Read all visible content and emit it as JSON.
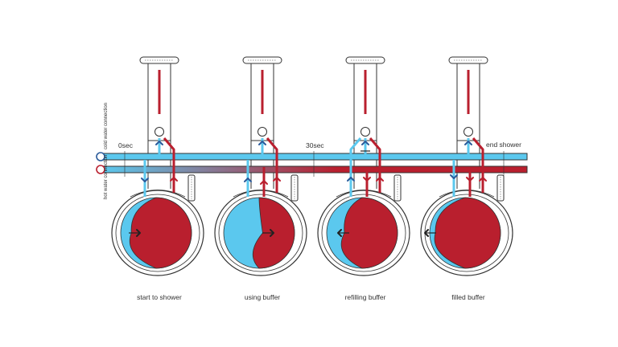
{
  "colors": {
    "cold": "#5bc8ee",
    "hot": "#b91f2e",
    "outline": "#333333",
    "background": "#ffffff"
  },
  "connections": {
    "cold": "cold water connection",
    "hot": "hot water connection"
  },
  "timeline": {
    "start": "0sec",
    "middle": "30sec",
    "end": "end shower"
  },
  "stages": [
    {
      "label": "start to shower",
      "cold_fraction": 0.15,
      "arrow": "right"
    },
    {
      "label": "using buffer",
      "cold_fraction": 0.55,
      "arrow": "right"
    },
    {
      "label": "refilling buffer",
      "cold_fraction": 0.25,
      "arrow": "left"
    },
    {
      "label": "filled buffer",
      "cold_fraction": 0.08,
      "arrow": "left"
    }
  ]
}
